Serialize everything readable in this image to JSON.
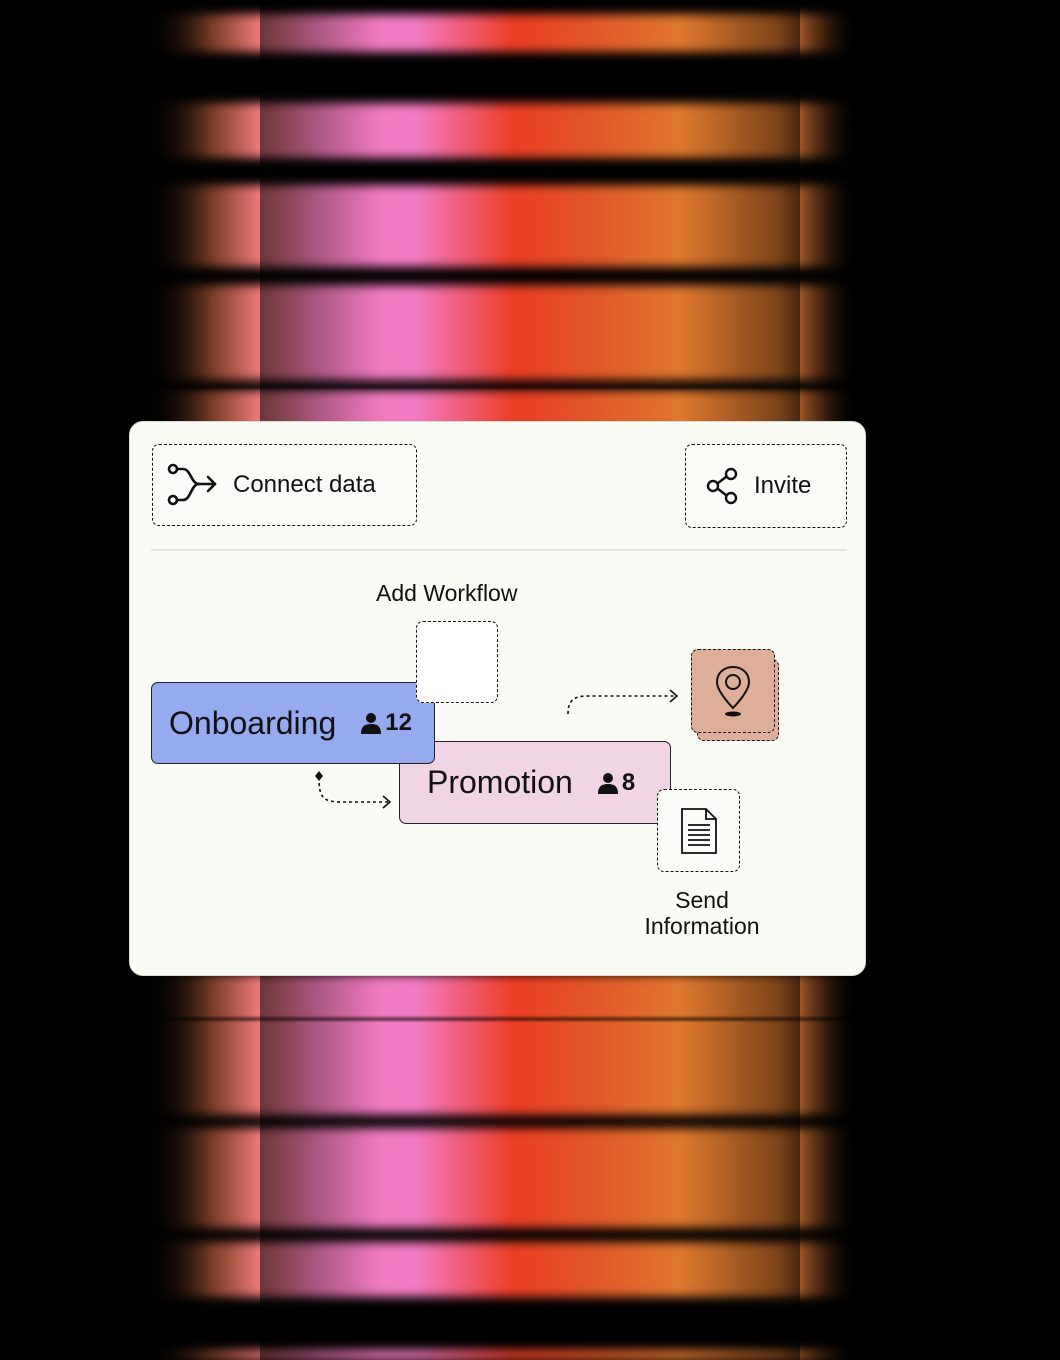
{
  "toolbar": {
    "connect_label": "Connect data",
    "invite_label": "Invite"
  },
  "workflow": {
    "add_label": "Add Workflow",
    "nodes": [
      {
        "name": "Onboarding",
        "count": "12",
        "color": "#96aaf0"
      },
      {
        "name": "Promotion",
        "count": "8",
        "color": "#f2d5e4"
      }
    ],
    "send_label_line1": "Send",
    "send_label_line2": "Information"
  },
  "icons": [
    "branch-icon",
    "share-icon",
    "user-icon",
    "location-pin-icon",
    "document-icon"
  ],
  "colors": {
    "card_bg": "#f9fbf4",
    "location_tile": "#deaf98",
    "stripe_pink": "#f27ac4",
    "stripe_red": "#ec3d24",
    "stripe_orange": "#e07a30"
  }
}
